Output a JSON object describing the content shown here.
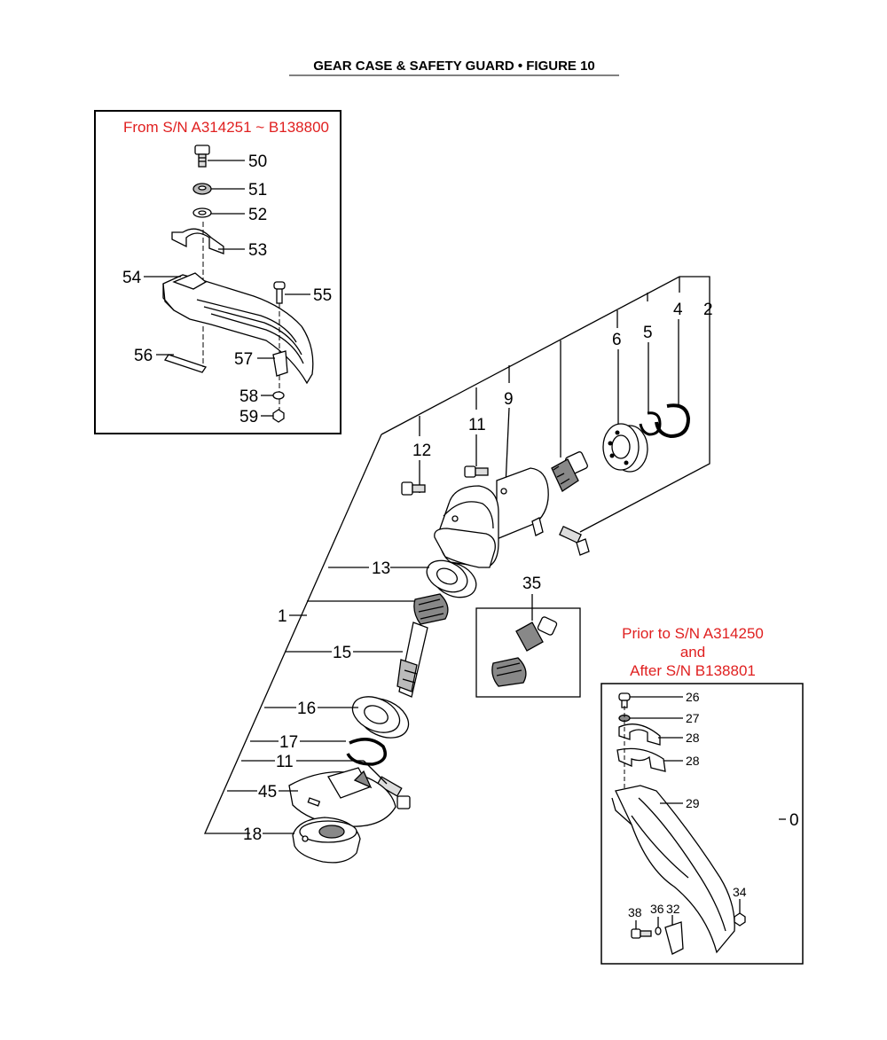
{
  "title": "GEAR CASE & SAFETY GUARD  •  FIGURE 10",
  "inset_top": {
    "note": "From S/N A314251 ~ B138800",
    "callouts": [
      "50",
      "51",
      "52",
      "53",
      "54",
      "55",
      "56",
      "57",
      "58",
      "59"
    ]
  },
  "main": {
    "callouts": [
      "1",
      "2",
      "4",
      "5",
      "6",
      "9",
      "11",
      "12",
      "13",
      "15",
      "16",
      "17",
      "11",
      "45",
      "18"
    ]
  },
  "inset_gear": {
    "callouts": [
      "35"
    ]
  },
  "inset_bottom": {
    "note_line1": "Prior to S/N A314250",
    "note_line2": "and",
    "note_line3": "After S/N B138801",
    "callouts": [
      "26",
      "27",
      "28",
      "28",
      "29",
      "34",
      "38",
      "36",
      "32",
      "0"
    ]
  }
}
